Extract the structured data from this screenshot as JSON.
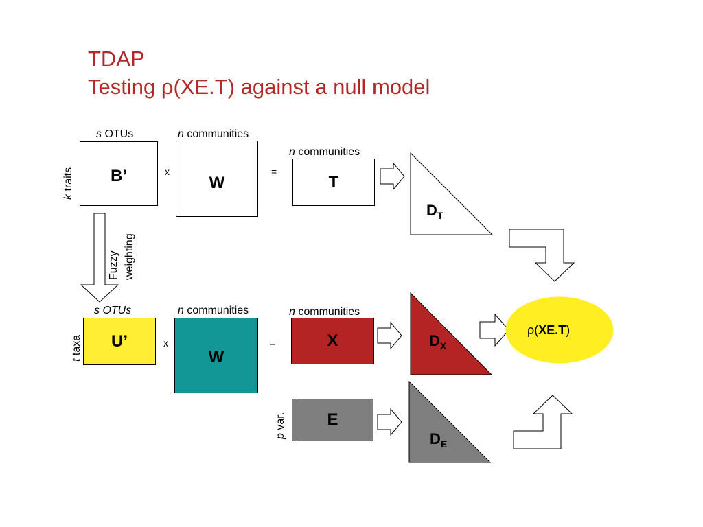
{
  "title": {
    "line1": "TDAP",
    "line2_prefix": "Testing ",
    "line2_symbol": "ρ",
    "line2_suffix": "(XE.T) against a null model"
  },
  "top_row": {
    "b_prime": {
      "label": "B’",
      "cols_var": "s",
      "cols_text": " OTUs",
      "rows_var": "k",
      "rows_text": " traits"
    },
    "times": "x",
    "w": {
      "label": "W",
      "cols_var": "n",
      "cols_text": " communities"
    },
    "equals": "=",
    "t": {
      "label": "T",
      "cols_var": "n",
      "cols_text": " communities"
    },
    "triangle": {
      "main": "D",
      "sub": "T",
      "fill": "#ffffff"
    }
  },
  "transition": {
    "line1": "Fuzzy",
    "line2": "weighting"
  },
  "bottom_row": {
    "u_prime": {
      "label": "U’",
      "cols_var": "s",
      "cols_text": " OTUs",
      "rows_var": "t",
      "rows_text": " taxa",
      "fill": "#ffee33"
    },
    "times": "x",
    "w": {
      "label": "W",
      "cols_var": "n",
      "cols_text": " communities",
      "fill": "#139696"
    },
    "equals": "=",
    "x": {
      "label": "X",
      "cols_var": "n",
      "cols_text": " communities",
      "fill": "#b42424"
    },
    "triangle": {
      "main": "D",
      "sub": "X",
      "fill": "#b42424"
    }
  },
  "env_row": {
    "e": {
      "label": "E",
      "rows_var": "p",
      "rows_text": " var.",
      "fill": "#7f7f7f"
    },
    "triangle": {
      "main": "D",
      "sub": "E",
      "fill": "#7f7f7f"
    }
  },
  "result": {
    "symbol": "ρ",
    "open": "(",
    "text": "XE.T",
    "close": ")",
    "fill": "#ffee22"
  }
}
